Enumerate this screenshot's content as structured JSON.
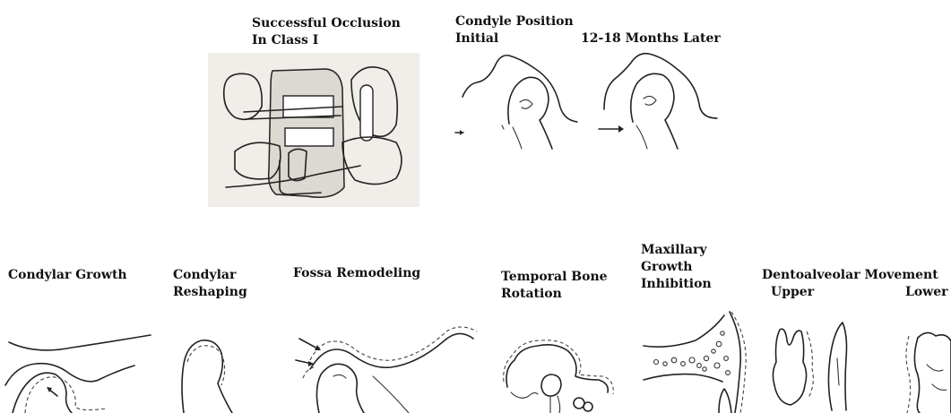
{
  "top": {
    "occlusion": {
      "line1": "Successful Occlusion",
      "line2": "In Class I"
    },
    "condyle_position": {
      "title": "Condyle Position",
      "initial": "Initial",
      "later": "12-18 Months Later"
    }
  },
  "bottom": {
    "condylar_growth": "Condylar Growth",
    "condylar_reshaping": {
      "line1": "Condylar",
      "line2": "Reshaping"
    },
    "fossa_remodeling": "Fossa Remodeling",
    "temporal_bone_rotation": {
      "line1": "Temporal Bone",
      "line2": "Rotation"
    },
    "maxillary_growth_inhibition": {
      "line1": "Maxillary",
      "line2": "Growth",
      "line3": "Inhibition"
    },
    "dentoalveolar_movement": {
      "title": "Dentoalveolar Movement",
      "upper": "Upper",
      "lower": "Lower"
    }
  },
  "colors": {
    "ink": "#222222",
    "photo_bg": "#f1eee9",
    "appliance_fill": "#dcd8d2"
  }
}
